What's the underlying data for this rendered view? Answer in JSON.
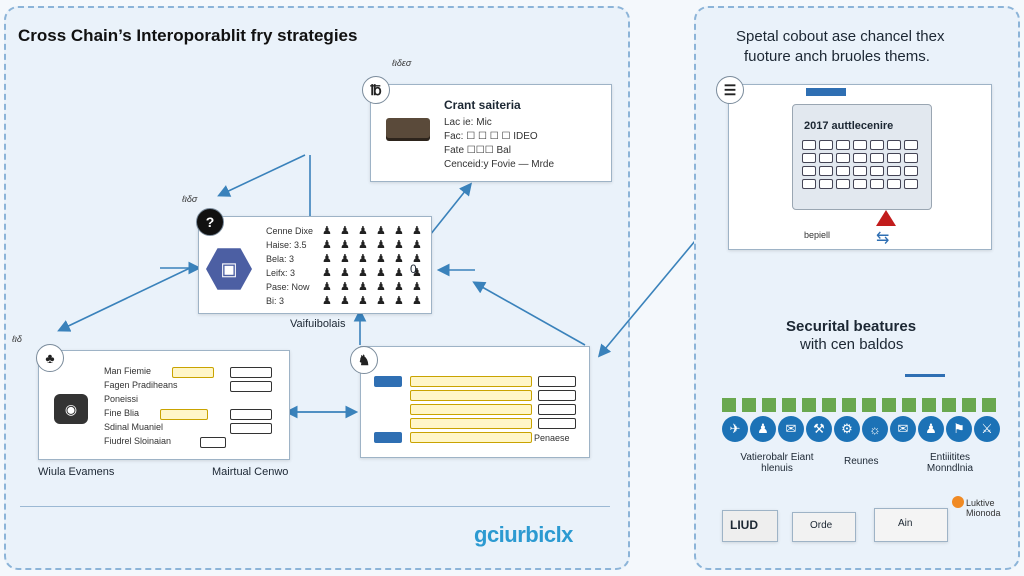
{
  "left": {
    "title": "Cross Chain’s Interoporablit fry strategies",
    "top_node": {
      "badge": "℔",
      "tag": "ℓιδεσ",
      "heading": "Crant saiteria",
      "lines": [
        "Lac ie: Mic",
        "Fac: ☐ ☐ ☐ ☐ IDEO",
        "Fate ☐☐☐ Bal",
        "Cenceid:y Fovie — Mrde"
      ]
    },
    "middle_node": {
      "badge": "?",
      "tag": "ℓιδσ",
      "labels": [
        "Cenne Dixe",
        "Haise: 3.5",
        "Bela: 3",
        "Leifx: 3",
        "Pase: Now",
        "Bi: 3"
      ],
      "extra": "0",
      "caption": "Vaifuibolais"
    },
    "left_node": {
      "badge": "♣",
      "tag": "ℓιδ",
      "rows": [
        "Man Fiemie",
        "Fagen Pradiheans",
        "Poneissi",
        "Fine Blia",
        "Sdinal Muaniel",
        "Fiudrel Sloinaian"
      ],
      "caption": "Wiula Evamens"
    },
    "bottom_node": {
      "badge": "♞",
      "row_label": "Penaese",
      "caption": "Mairtual Cenwo"
    },
    "logo": "gciurbiclx"
  },
  "right": {
    "title_line1": "Spetal cobout ase chancel thex",
    "title_line2": "fuoture anch bruoles thems.",
    "screen_badge": "☰",
    "screen_heading": "2017 auttlecenire",
    "screen_caption": "bepiell",
    "sub_line1": "Securital beatures",
    "sub_line2": "with cen baldos",
    "feature_icons": [
      "✈",
      "♟",
      "✉",
      "⚒",
      "⚙",
      "☼",
      "✉",
      "♟",
      "⚑",
      "⚔"
    ],
    "group_labels": [
      "Vatierobalr Eiant hlenuis",
      "Reunes",
      "Entiiitites Monndlnia"
    ],
    "bottom_boxes": [
      "LIUD",
      "Orde",
      "Ain"
    ],
    "bottom_side": "Luktive Mionoda"
  },
  "colors": {
    "accent": "#2f6fb3",
    "arrow": "#3a82bb",
    "feature_blue": "#1c72b6"
  }
}
